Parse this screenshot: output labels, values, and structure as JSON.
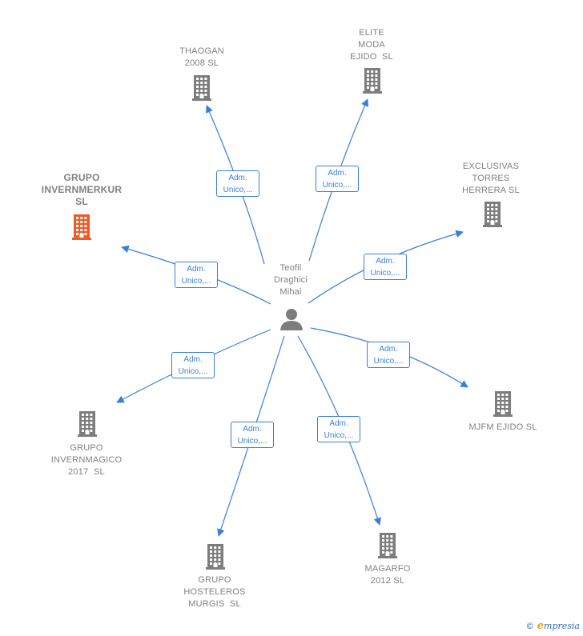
{
  "center": {
    "label": "Teofil\nDraghici\nMihai",
    "icon": "person-icon"
  },
  "colors": {
    "edge": "#3a7fd5",
    "company": "#7d7d7d",
    "highlight": "#f05a24",
    "person": "#7d7d7d"
  },
  "edge_label": "Adm.\nUnico,...",
  "companies": [
    {
      "id": "thaogan",
      "label": "THAOGAN\n2008 SL",
      "highlight": false
    },
    {
      "id": "elite",
      "label": "ELITE\nMODA\nEJIDO  SL",
      "highlight": false
    },
    {
      "id": "exclusivas",
      "label": "EXCLUSIVAS\nTORRES\nHERRERA SL",
      "highlight": false
    },
    {
      "id": "invernmerkur",
      "label": "GRUPO\nINVERNMERKUR\nSL",
      "highlight": true
    },
    {
      "id": "mjfm",
      "label": "MJFM EJIDO SL",
      "highlight": false
    },
    {
      "id": "invernmagico",
      "label": "GRUPO\nINVERNMAGICO\n2017  SL",
      "highlight": false
    },
    {
      "id": "hosteleros",
      "label": "GRUPO\nHOSTELEROS\nMURGIS  SL",
      "highlight": false
    },
    {
      "id": "magarfo",
      "label": "MAGARFO\n2012 SL",
      "highlight": false
    }
  ],
  "footer": {
    "copyright": "©",
    "brand_initial": "e",
    "brand_rest": "mpresia"
  }
}
